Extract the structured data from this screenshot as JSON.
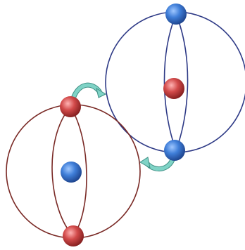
{
  "colors": {
    "background": "#ffffff",
    "blue_sphere_outline": "#2e3a86",
    "red_sphere_outline": "#7a2a26",
    "blue_ball": "#2f6fc0",
    "red_ball": "#c23a3a",
    "swap_arrow": "#7fd3c6",
    "swap_arrow_edge": "#3f8f84"
  },
  "diagram": {
    "spheres": [
      {
        "name": "blue-sphere",
        "pole_color": "blue",
        "center_color": "red"
      },
      {
        "name": "red-sphere",
        "pole_color": "red",
        "center_color": "blue"
      }
    ],
    "swap_arrows": 2
  }
}
